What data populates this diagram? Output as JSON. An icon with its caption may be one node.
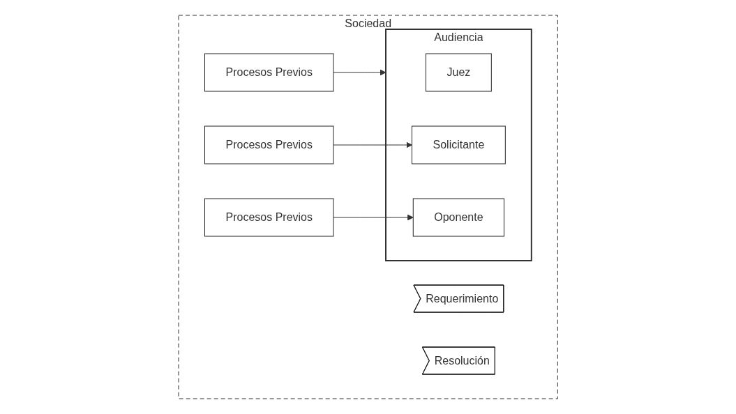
{
  "diagram": {
    "nodes": [
      {
        "text": [
          "Sociedad"
        ]
      },
      {
        "text": [
          "Procesos Previos"
        ],
        "in": 0
      },
      {
        "text": [
          "Requerimiento"
        ],
        "in": 0
      },
      {
        "text": [
          "Audiencia"
        ],
        "in": 0
      },
      {
        "text": [
          "Juez"
        ],
        "in": 3
      },
      {
        "text": [
          "Solicitante"
        ],
        "in": 3
      },
      {
        "text": [
          "Oponente"
        ],
        "in": 3
      },
      {
        "text": [
          "Resolución"
        ],
        "in": 0
      },
      {
        "text": [
          "Procesos Previos"
        ],
        "in": 0
      },
      {
        "text": [
          "Procesos Previos"
        ],
        "in": 0
      }
    ],
    "edges": [
      {
        "from": 1,
        "to": 3,
        "arrow": "to"
      },
      {
        "from": 8,
        "to": 5,
        "arrow": "to"
      },
      {
        "from": 9,
        "to": 6,
        "arrow": "to"
      }
    ]
  }
}
